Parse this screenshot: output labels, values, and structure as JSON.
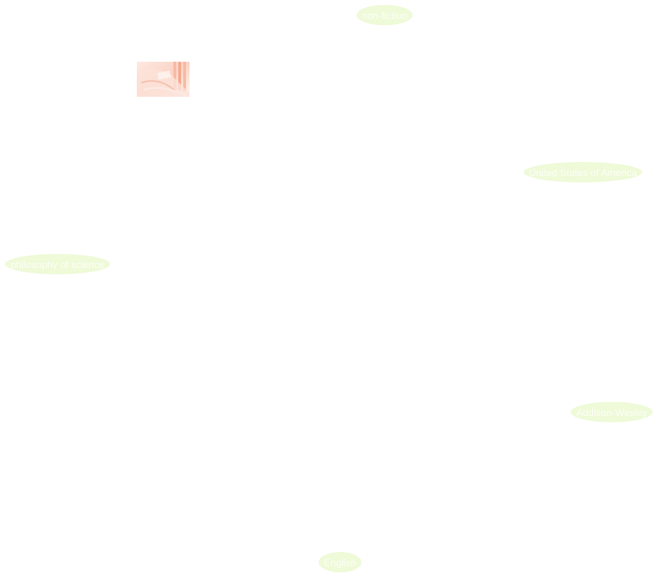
{
  "graph": {
    "nodes": [
      {
        "id": "genre",
        "label": "non-fiction"
      },
      {
        "id": "country",
        "label": "United States of America"
      },
      {
        "id": "subject",
        "label": "philosophy of science"
      },
      {
        "id": "publisher",
        "label": "Addison-Wesley"
      },
      {
        "id": "language",
        "label": "English"
      }
    ],
    "center_image": {
      "icon": "book-cover-thumbnail"
    }
  },
  "colors": {
    "node_fill": "#eefad8",
    "node_text": "#fdfef7",
    "background": "#ffffff"
  }
}
